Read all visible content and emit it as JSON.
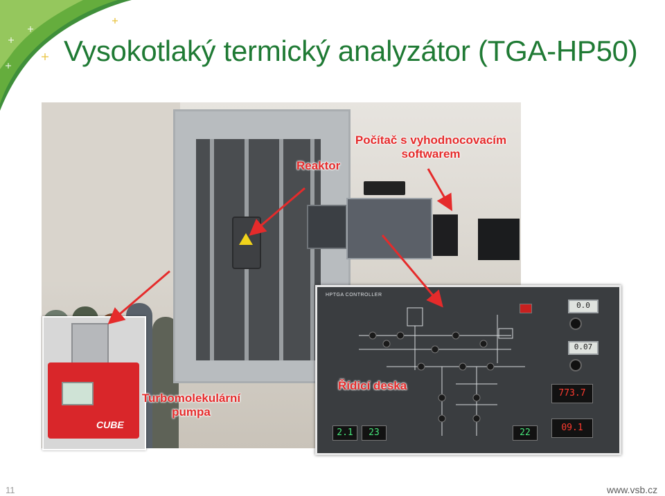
{
  "slide": {
    "title": "Vysokotlaký termický analyzátor (TGA-HP50)",
    "page_number": "11",
    "footer_url": "www.vsb.cz"
  },
  "annotations": {
    "reactor": "Reaktor",
    "computer_line1": "Počítač s vyhodnocovacím",
    "computer_line2": "softwarem",
    "control_board": "Řídicí deska",
    "pump_line1": "Turbomolekulární",
    "pump_line2": "pumpa"
  },
  "photo": {
    "pump_brand": "CUBE",
    "panel_title": "HPTGA CONTROLLER",
    "readouts": [
      "0.0",
      "0.07",
      "773.7",
      "09.1",
      "2.1",
      "23",
      "22"
    ]
  },
  "colors": {
    "title": "#1f7a34",
    "annotation": "#e52b2b",
    "footer_text": "#5c5c5c"
  },
  "icons": [
    "hazard-warning-icon",
    "corner-leaf-decoration"
  ]
}
